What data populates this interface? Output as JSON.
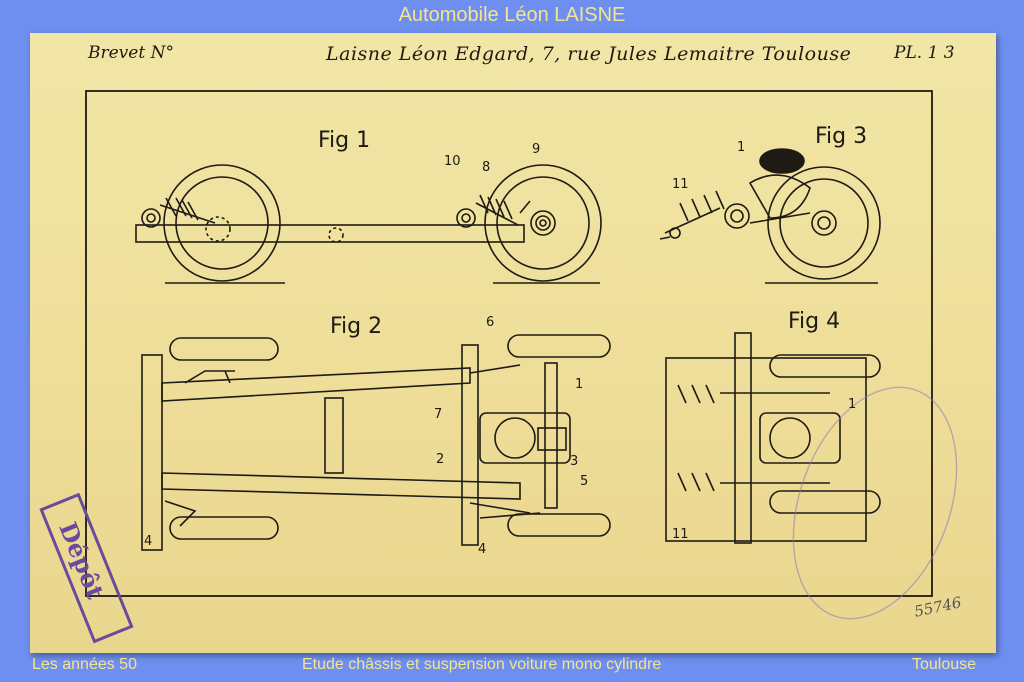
{
  "frame": {
    "title": "Automobile Léon LAISNE",
    "footer_left": "Les années 50",
    "footer_center": "Etude châssis et suspension voiture mono cylindre",
    "footer_right": "Toulouse"
  },
  "sheet": {
    "brevet": "Brevet N°",
    "author": "Laisne Léon Edgard, 7, rue Jules Lemaitre Toulouse",
    "plate": "PL. 1 3",
    "stamp_text": "Dépôt",
    "corner_note": "55746"
  },
  "figures": {
    "fig1": "Fig 1",
    "fig2": "Fig 2",
    "fig3": "Fig 3",
    "fig4": "Fig 4"
  },
  "callouts": {
    "n1": "1",
    "n2": "2",
    "n3": "3",
    "n4": "4",
    "n5": "5",
    "n6": "6",
    "n7": "7",
    "n8": "8",
    "n9": "9",
    "n10": "10",
    "n11": "11"
  },
  "colors": {
    "frame_bg": "#6f8ff0",
    "frame_text": "#f4e58c",
    "paper": "#efe2a0",
    "ink": "#1e1a14",
    "stamp": "#6a4a9a"
  }
}
